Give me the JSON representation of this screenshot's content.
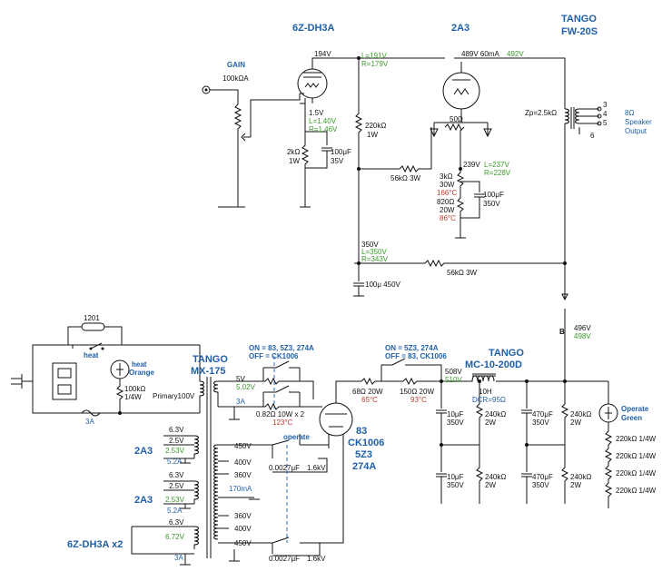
{
  "titles": {
    "v1": "6Z-DH3A",
    "v2": "2A3",
    "out_a": "TANGO",
    "out_b": "FW-20S",
    "pt_a": "TANGO",
    "pt_b": "MX-175",
    "ch_a": "TANGO",
    "ch_b": "MC-10-200D",
    "rect_a": "83",
    "rect_b": "CK1006",
    "rect_c": "5Z3",
    "rect_d": "274A",
    "heat_a": "heat",
    "heat_b": "Orange",
    "operate_a": "Operate",
    "operate_b": "Green",
    "gain": "GAIN",
    "spk_a": "8Ω",
    "spk_b": "Speaker",
    "spk_c": "Output",
    "h2a3_1": "2A3",
    "h2a3_2": "2A3",
    "h6z": "6Z-DH3A x2",
    "sw1_a": "ON = 83, 5Z3, 274A",
    "sw1_b": "OFF = CK1006",
    "sw2_a": "ON = 5Z3, 274A",
    "sw2_b": "OFF = 83, CK1006",
    "node_b": "B"
  },
  "labels": {
    "pot": "100kΩA",
    "v1_plate": "194V",
    "v1_L": "L=191V",
    "v1_R": "R=179V",
    "k15": "1.5V",
    "kL": "L=1.40V",
    "kR": "R=1.46V",
    "rk1": "2kΩ",
    "rk1w": "1W",
    "ck1": "100μF",
    "ck1v": "35V",
    "rp1": "220kΩ",
    "rp1w": "1W",
    "v2_plate": "489V 60mA",
    "v2_g": "492V",
    "hum": "50Ω",
    "zp": "Zp=2.5kΩ",
    "t3": "3",
    "t4": "4",
    "t5": "5",
    "t6": "6",
    "r56a": "56kΩ 3W",
    "k239": "239V",
    "k2L": "L=237V",
    "k2R": "R=228V",
    "r3k": "3kΩ",
    "r3kw": "30W",
    "r3kt": "166°C",
    "r820": "820Ω",
    "r820w": "20W",
    "r820t": "86°C",
    "ck2": "100μF",
    "ck2v": "350V",
    "b350": "350V",
    "b350L": "L=350V",
    "b350R": "R=343V",
    "c100": "100μ 450V",
    "r56b": "56kΩ 3W",
    "b496": "496V",
    "b498": "498V",
    "r1201": "1201",
    "heat_sw": "heat",
    "r100k": "100kΩ",
    "r100kw": "1/4W",
    "fuse": "3A",
    "primary": "Primary100V",
    "s5v": "5V",
    "s5vm": "5.02V",
    "s3a": "3A",
    "rdrop": "0.82Ω 10W x 2",
    "rdropt": "123°C",
    "r68": "68Ω 20W",
    "r68t": "65°C",
    "r150": "150Ω 20W",
    "r150t": "93°C",
    "v508": "508V",
    "v510": "510V",
    "ch10h": "10H",
    "chdcr": "DCR=95Ω",
    "c10a": "10μF",
    "c10av": "350V",
    "c10b": "10μF",
    "c10bv": "350V",
    "c470a": "470μF",
    "c470av": "350V",
    "c470b": "470μF",
    "c470bv": "350V",
    "r240a": "240kΩ",
    "r240aw": "2W",
    "r240b": "240kΩ",
    "r240bw": "2W",
    "r240c": "240kΩ",
    "r240cw": "2W",
    "r240d": "240kΩ",
    "r240dw": "2W",
    "r220a": "220kΩ 1/4W",
    "r220b": "220kΩ 1/4W",
    "r220c": "220kΩ 1/4W",
    "r220d": "220kΩ 1/4W",
    "h63a": "6.3V",
    "h25a": "2.5V",
    "h253a": "2.53V",
    "h52a": "5.2A",
    "h63b": "6.3V",
    "h25b": "2.5V",
    "h253b": "2.53V",
    "h52b": "5.2A",
    "h63c": "6.3V",
    "h672": "6.72V",
    "h3a": "3A",
    "hv450a": "450V",
    "hv400a": "400V",
    "hv360a": "360V",
    "ma170": "170mA",
    "hv360b": "360V",
    "hv400b": "400V",
    "hv450b": "450V",
    "operate": "operate",
    "c0027a": "0.0027μF",
    "c0027av": "1.6kV",
    "c0027b": "0.0027μF",
    "c0027bv": "1.6kV"
  }
}
